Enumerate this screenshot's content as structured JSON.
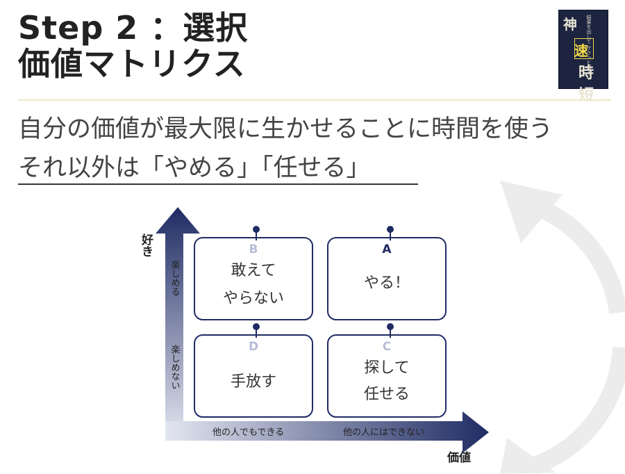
{
  "title": {
    "line1": "Step 2 ：選択",
    "line2": "価値マトリクス"
  },
  "book": {
    "line1": "神",
    "line2": "速",
    "line3": "時短",
    "subtitle": "結果を出して サクッと帰る"
  },
  "statement": {
    "line1": "自分の価値が最大限に生かせることに時間を使う",
    "line2": "それ以外は「やめる」「任せる」"
  },
  "matrix": {
    "y_axis_title": "好き",
    "x_axis_title": "価値",
    "y_labels": {
      "top": "楽しめる",
      "bottom": "楽しめない"
    },
    "x_labels": {
      "left": "他の人でもできる",
      "right": "他の人にはできない"
    },
    "quadrants": {
      "A": {
        "letter": "A",
        "line1": "やる！",
        "line2": ""
      },
      "B": {
        "letter": "B",
        "line1": "敢えて",
        "line2": "やらない"
      },
      "C": {
        "letter": "C",
        "line1": "探して",
        "line2": "任せる"
      },
      "D": {
        "letter": "D",
        "line1": "手放す",
        "line2": ""
      }
    }
  },
  "colors": {
    "axis": "#1f2b63",
    "card_border": "#1f2b63",
    "letter_dark": "#1f2b63",
    "letter_light": "#b7bdd6",
    "pin": "#1f2b63"
  }
}
